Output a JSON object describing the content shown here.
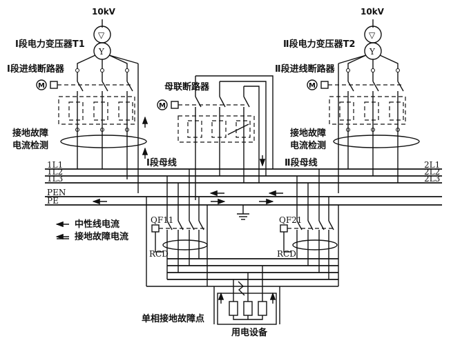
{
  "sources": {
    "left_voltage": "10kV",
    "right_voltage": "10kV"
  },
  "transformers": {
    "left_label": "Ⅰ段电力变压器T1",
    "right_label": "Ⅱ段电力变压器T2"
  },
  "breakers": {
    "left_incoming": "Ⅰ段进线断路器",
    "right_incoming": "Ⅱ段进线断路器",
    "bus_tie": "母联断路器"
  },
  "detection": {
    "left_line1": "接地故障",
    "left_line2": "电流检测",
    "right_line1": "接地故障",
    "right_line2": "电流检测"
  },
  "buses": {
    "left_section": "Ⅰ段母线",
    "right_section": "Ⅱ段母线",
    "left_phases": [
      "1L1",
      "1L2",
      "1L3",
      "PEN",
      "PE"
    ],
    "right_phases": [
      "2L1",
      "2L2",
      "2L3"
    ]
  },
  "legend": {
    "neutral_current": "中性线电流",
    "fault_current": "接地故障电流"
  },
  "feeders": {
    "left_breaker": "QF11",
    "right_breaker": "QF21",
    "left_rcd": "RCD",
    "right_rcd": "RCD"
  },
  "load": {
    "fault_point": "单相接地故障点",
    "equipment": "用电设备"
  },
  "motor_symbol": "M"
}
